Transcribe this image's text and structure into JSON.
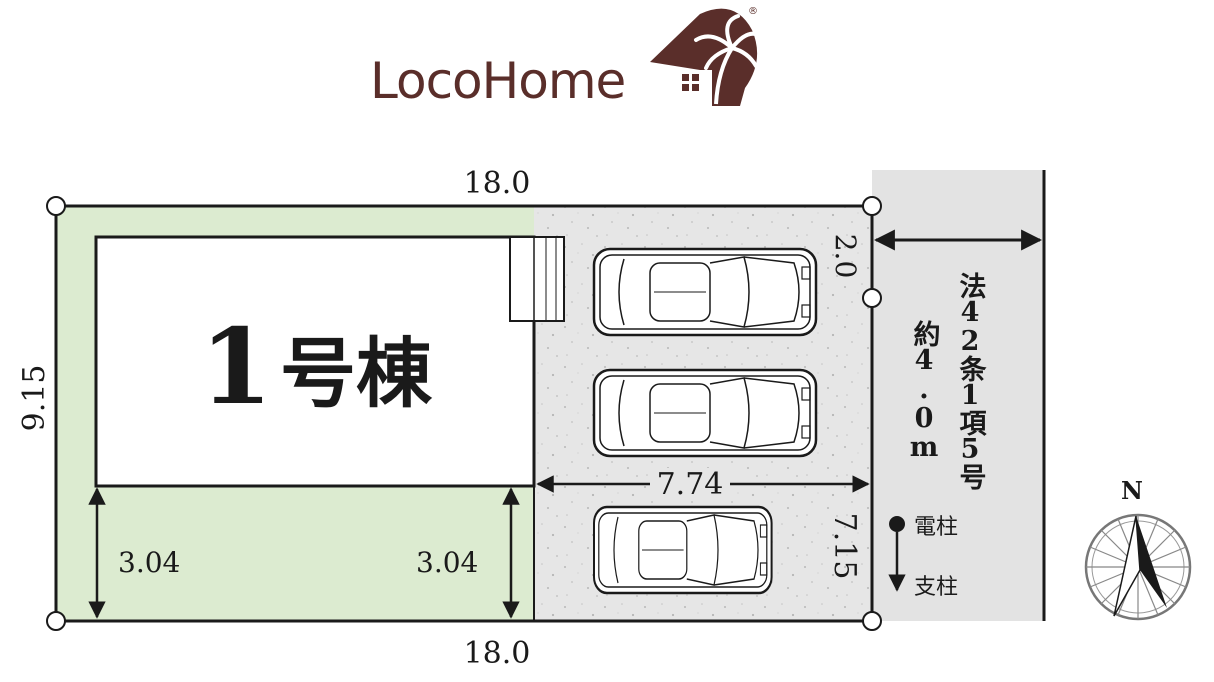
{
  "brand": {
    "name": "LocoHome",
    "registered": "®",
    "color": "#5a2e2a"
  },
  "plot": {
    "building_label_num": "1",
    "building_label_text": "号棟",
    "dim_top": "18.0",
    "dim_bottom": "18.0",
    "dim_left": "9.15",
    "dim_yard_left": "3.04",
    "dim_yard_right": "3.04",
    "dim_parking_width": "7.74",
    "dim_parking_depth": "7.15",
    "dim_corner": "2.0",
    "garden_color": "#dcebd0",
    "parking_color": "#e6e6e6",
    "road_color": "#e3e3e3",
    "line_color": "#1a1a1a"
  },
  "road": {
    "law_text": "法42条1項5号",
    "width_text": "約4.0m"
  },
  "legend": {
    "pole_electric": "電柱",
    "pole_support": "支柱"
  },
  "compass": {
    "north_label": "N"
  }
}
